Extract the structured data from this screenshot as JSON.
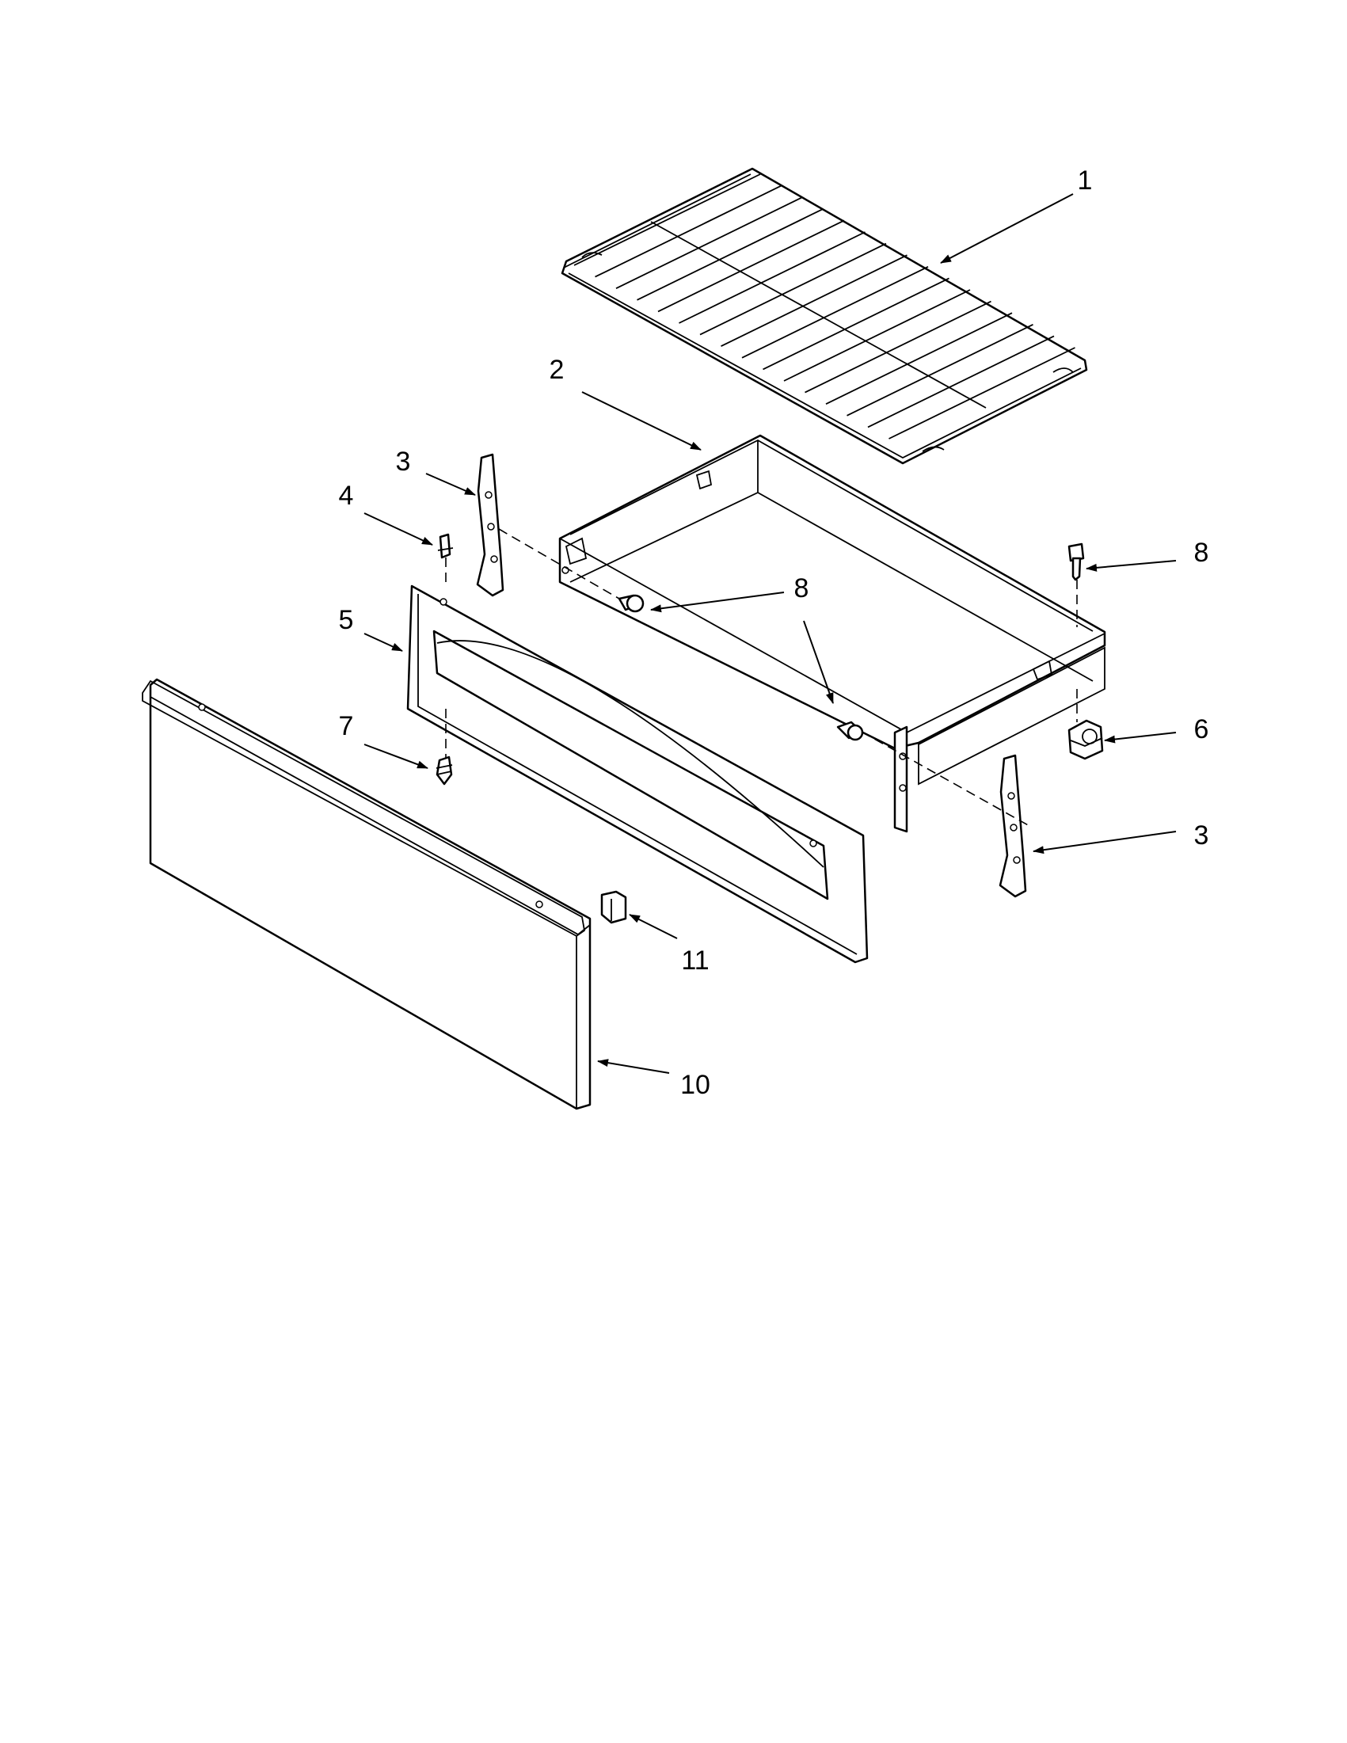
{
  "callouts": [
    {
      "id": "1",
      "part": "oven-rack"
    },
    {
      "id": "2",
      "part": "drawer-tray"
    },
    {
      "id": "3",
      "part": "drawer-slide-left"
    },
    {
      "id": "4",
      "part": "drawer-stud"
    },
    {
      "id": "5",
      "part": "drawer-front-inner"
    },
    {
      "id": "8",
      "part": "screw-right-top"
    },
    {
      "id": "8",
      "part": "screw-center"
    },
    {
      "id": "7",
      "part": "screw-front"
    },
    {
      "id": "6",
      "part": "drawer-clip"
    },
    {
      "id": "3",
      "part": "drawer-slide-right"
    },
    {
      "id": "11",
      "part": "clip"
    },
    {
      "id": "10",
      "part": "drawer-front-panel"
    }
  ]
}
